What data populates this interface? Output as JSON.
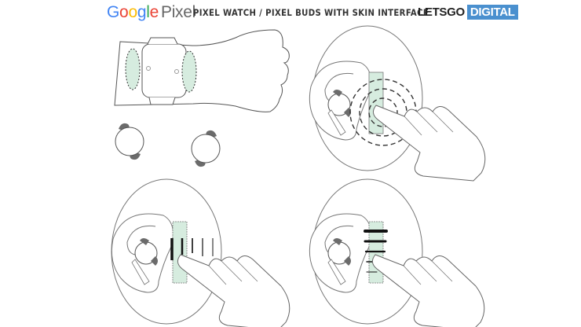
{
  "header": {
    "logo": {
      "google_letters": [
        "G",
        "o",
        "o",
        "g",
        "l",
        "e"
      ],
      "product": "Pixel"
    },
    "title": "PIXEL WATCH / PIXEL BUDS WITH SKIN INTERFACE",
    "brand": {
      "part1": "LETSGO",
      "part2": "DIGITAL"
    }
  },
  "colors": {
    "touch_zone_fill": "#d6ecdf",
    "outline": "#555555",
    "earbud_tip": "#6b6b6b",
    "brand_blue": "#4a90cf"
  },
  "figures": [
    {
      "id": "watch-on-wrist",
      "description": "Hand with Pixel Watch and two green touch zones on wrist"
    },
    {
      "id": "earbuds-pair",
      "description": "Two Pixel Buds earbuds"
    },
    {
      "id": "tap-gesture",
      "description": "Finger tapping green zone near ear with concentric ripples"
    },
    {
      "id": "swipe-horizontal",
      "description": "Finger swiping across green zone with vertical motion lines"
    },
    {
      "id": "swipe-vertical",
      "description": "Finger on green zone with horizontal bar marks"
    }
  ]
}
